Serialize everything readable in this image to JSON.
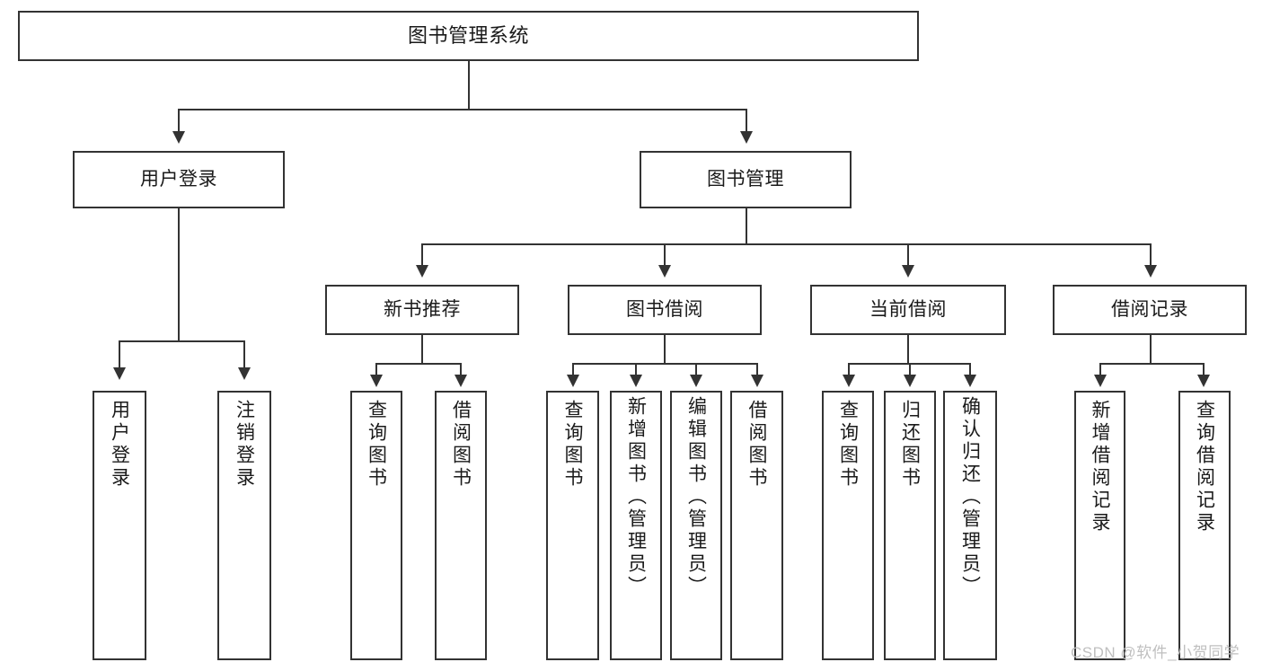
{
  "diagram": {
    "title": "图书管理系统",
    "type": "tree-hierarchy-diagram",
    "colors": {
      "stroke": "#333333",
      "fill": "#ffffff",
      "text": "#1a1a1a",
      "watermark": "#bfbfbf"
    },
    "root": {
      "label": "图书管理系统"
    },
    "level2": [
      {
        "label": "用户登录"
      },
      {
        "label": "图书管理"
      }
    ],
    "level3": [
      {
        "label": "新书推荐"
      },
      {
        "label": "图书借阅"
      },
      {
        "label": "当前借阅"
      },
      {
        "label": "借阅记录"
      }
    ],
    "leaves": {
      "user_login": [
        {
          "label": "用户登录"
        },
        {
          "label": "注销登录"
        }
      ],
      "new_book_recommend": [
        {
          "label": "查询图书"
        },
        {
          "label": "借阅图书"
        }
      ],
      "book_borrow": [
        {
          "label": "查询图书"
        },
        {
          "label": "新增图书（管理员）"
        },
        {
          "label": "编辑图书（管理员）"
        },
        {
          "label": "借阅图书"
        }
      ],
      "current_borrow": [
        {
          "label": "查询图书"
        },
        {
          "label": "归还图书"
        },
        {
          "label": "确认归还（管理员）"
        }
      ],
      "borrow_record": [
        {
          "label": "新增借阅记录"
        },
        {
          "label": "查询借阅记录"
        }
      ]
    }
  },
  "watermark": {
    "text": "CSDN @软件_小贺同学"
  }
}
